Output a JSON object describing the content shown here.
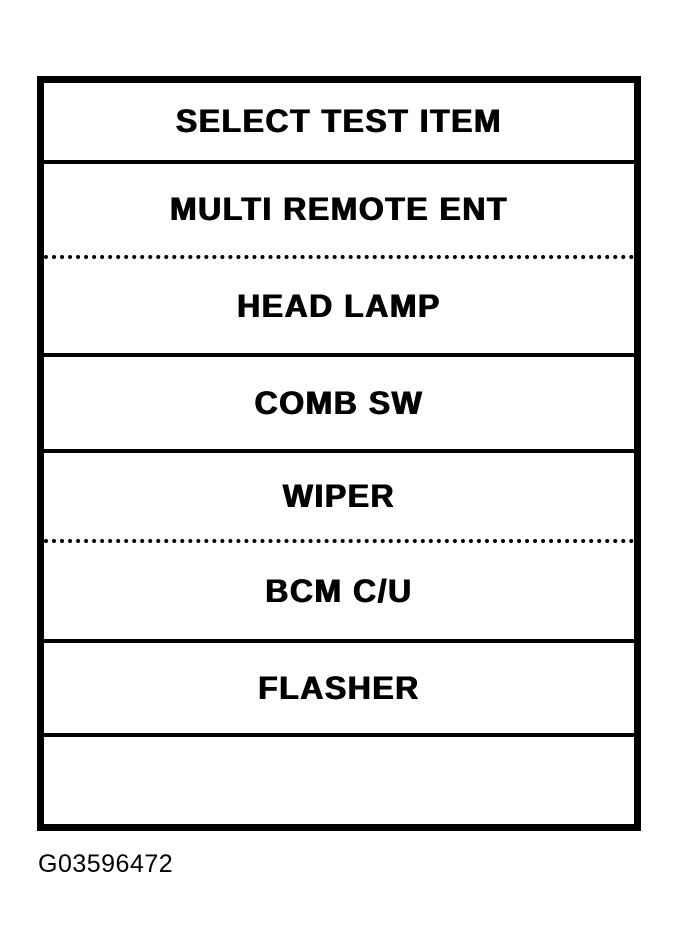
{
  "menu": {
    "title": "SELECT TEST ITEM",
    "items": [
      {
        "label": "MULTI REMOTE ENT"
      },
      {
        "label": "HEAD LAMP"
      },
      {
        "label": "COMB SW"
      },
      {
        "label": "WIPER"
      },
      {
        "label": "BCM C/U"
      },
      {
        "label": "FLASHER"
      },
      {
        "label": ""
      }
    ]
  },
  "figure": {
    "caption": "G03596472"
  },
  "colors": {
    "ink": "#000000",
    "background": "#ffffff"
  }
}
